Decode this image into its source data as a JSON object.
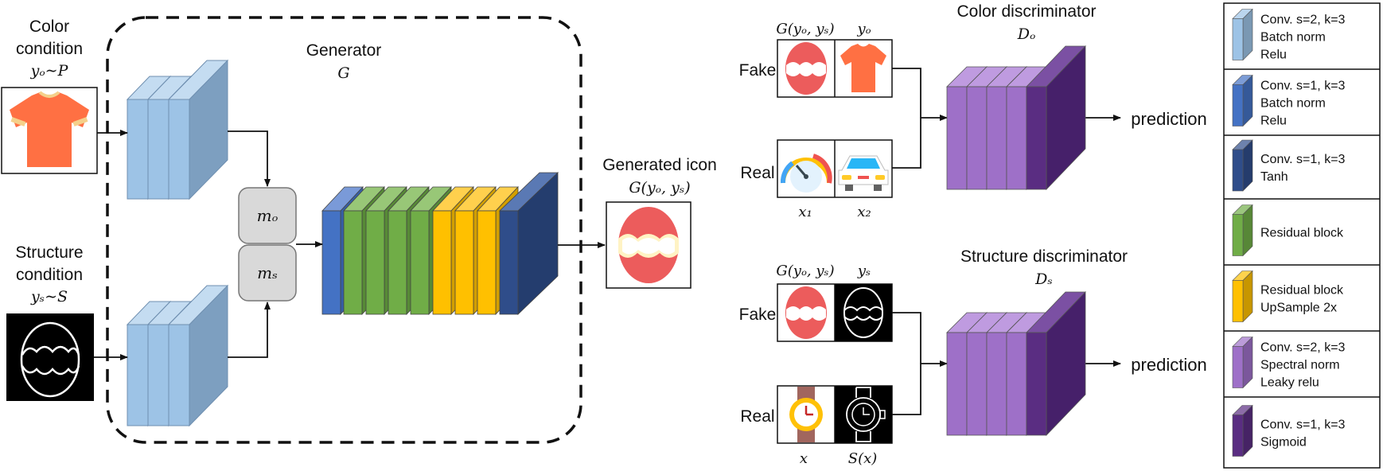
{
  "inputs": {
    "color_condition_line1": "Color",
    "color_condition_line2": "condition",
    "color_condition_math": "yₒ∼P",
    "structure_condition_line1": "Structure",
    "structure_condition_line2": "condition",
    "structure_condition_math": "yₛ∼S"
  },
  "generator": {
    "title": "Generator",
    "symbol": "G",
    "mc": "mₒ",
    "ms": "mₛ",
    "output_title": "Generated icon",
    "output_math": "G(yₒ, yₛ)"
  },
  "color_disc": {
    "title": "Color discriminator",
    "symbol": "Dₒ",
    "head_fake_gen": "G(yₒ, yₛ)",
    "head_fake_cond": "yₒ",
    "fake_label": "Fake",
    "real_label": "Real",
    "real_x1": "x₁",
    "real_x2": "x₂",
    "output": "prediction"
  },
  "structure_disc": {
    "title": "Structure discriminator",
    "symbol": "Dₛ",
    "head_fake_gen": "G(yₒ, yₛ)",
    "head_fake_cond": "yₛ",
    "fake_label": "Fake",
    "real_label": "Real",
    "real_x": "x",
    "real_sx": "S(x)",
    "output": "prediction"
  },
  "legend": [
    {
      "lines": [
        "Conv. s=2, k=3",
        "Batch norm",
        "Relu"
      ],
      "color": "#9dc3e6"
    },
    {
      "lines": [
        "Conv. s=1, k=3",
        "Batch norm",
        "Relu"
      ],
      "color": "#4472c4"
    },
    {
      "lines": [
        "Conv. s=1, k=3",
        "Tanh"
      ],
      "color": "#2f4d8a"
    },
    {
      "lines": [
        "Residual block"
      ],
      "color": "#70ad47"
    },
    {
      "lines": [
        "Residual block",
        "UpSample 2x"
      ],
      "color": "#ffc000"
    },
    {
      "lines": [
        "Conv. s=2, k=3",
        "Spectral norm",
        "Leaky relu"
      ],
      "color": "#9e70c8"
    },
    {
      "lines": [
        "Conv. s=1, k=3",
        "Sigmoid"
      ],
      "color": "#5a2d82"
    }
  ],
  "colors": {
    "light_blue": "#9dc3e6",
    "mid_blue": "#4472c4",
    "dark_blue": "#2f4d8a",
    "green": "#70ad47",
    "yellow": "#ffc000",
    "purple": "#9e70c8",
    "dark_purple": "#5a2d82",
    "icon_red": "#ec5c5c",
    "shirt_orange": "#ff7043"
  }
}
